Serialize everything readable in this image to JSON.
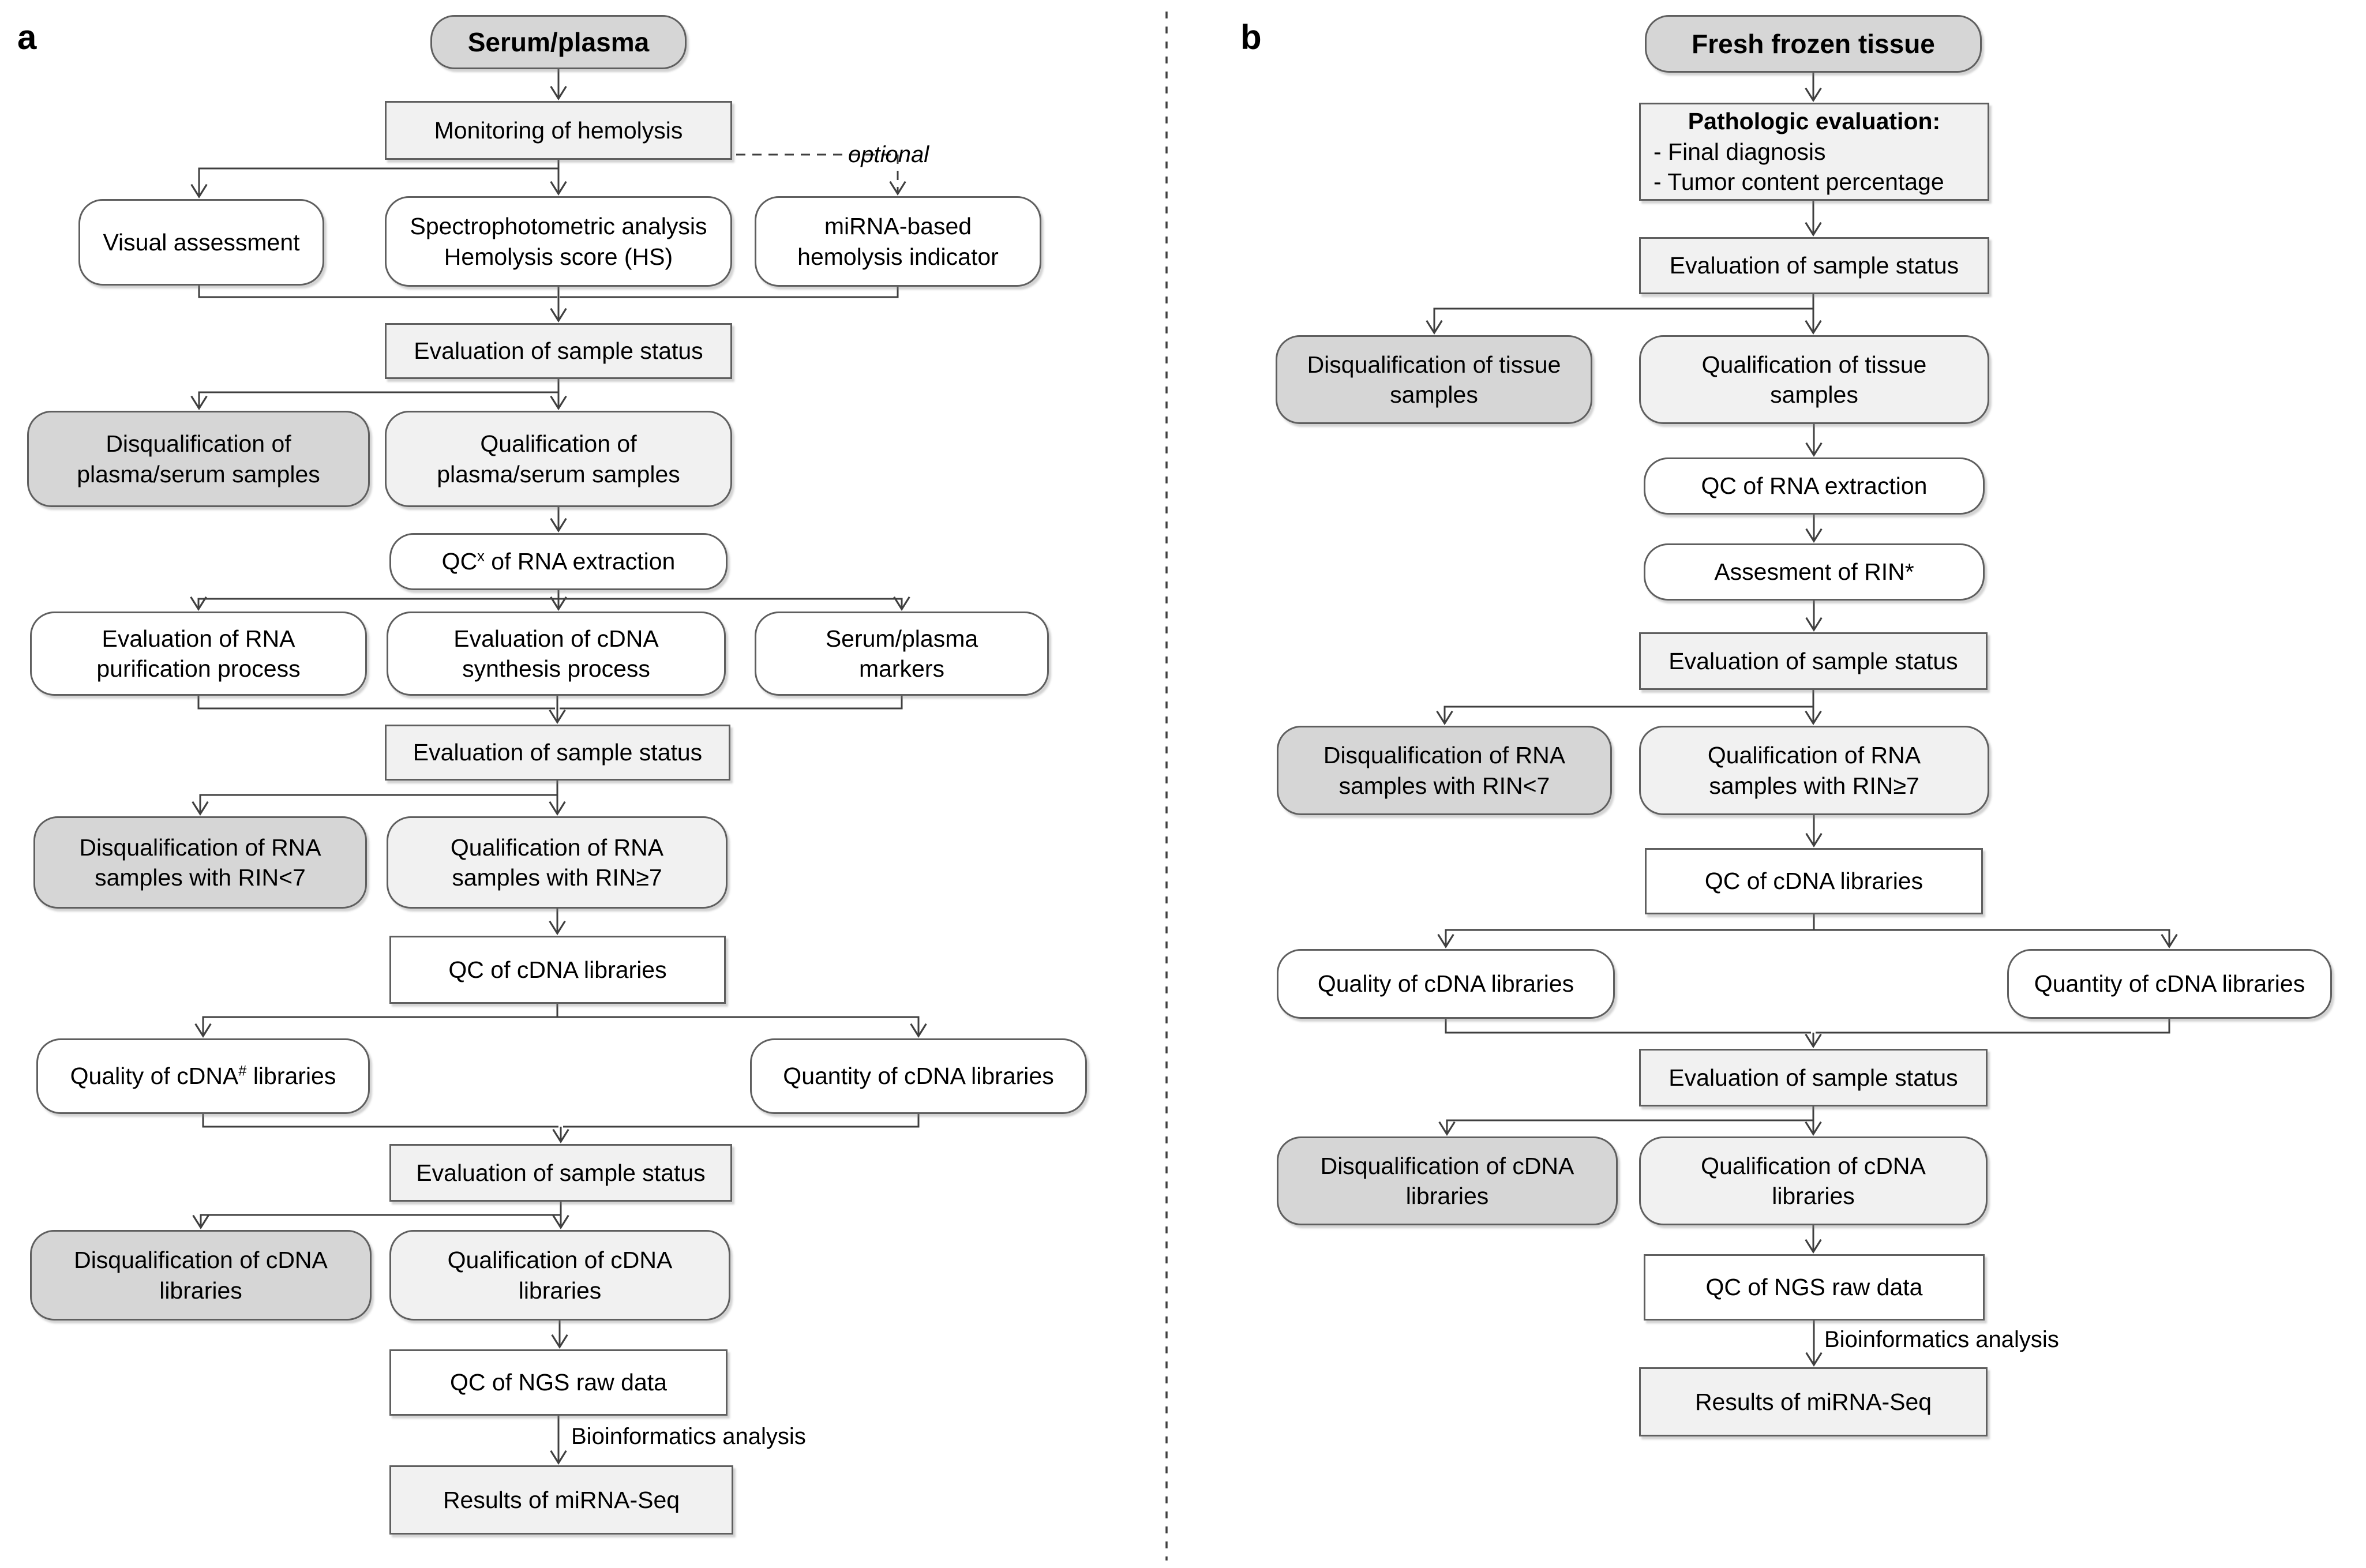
{
  "panel_a": {
    "label": "a",
    "nodes": {
      "serum_plasma": "Serum/plasma",
      "monitoring_hemolysis": "Monitoring of hemolysis",
      "visual_assessment": "Visual assessment",
      "spectrophotometric": "Spectrophotometric analysis\nHemolysis score (HS)",
      "mirna_hemolysis_indicator": "miRNA-based\nhemolysis indicator",
      "evaluation_1": "Evaluation of sample status",
      "disqualification_plasma": "Disqualification of\nplasma/serum samples",
      "qualification_plasma": "Qualification of\nplasma/serum samples",
      "qc_rna_extraction": "QC^{x} of RNA extraction",
      "evaluation_rna_purification": "Evaluation of RNA\npurification process",
      "evaluation_cdna_synthesis": "Evaluation of cDNA\nsynthesis process",
      "serum_plasma_markers": "Serum/plasma\nmarkers",
      "evaluation_2": "Evaluation of sample status",
      "disqualification_rin": "Disqualification of RNA\nsamples with RIN<7",
      "qualification_rin": "Qualification of RNA\nsamples with RIN≥7",
      "qc_cdna_libraries": "QC of cDNA libraries",
      "quality_cdna_libraries": "Quality of cDNA^{#} libraries",
      "quantity_cdna_libraries": "Quantity of cDNA libraries",
      "evaluation_3": "Evaluation of sample status",
      "disqualification_cdna": "Disqualification of cDNA\nlibraries",
      "qualification_cdna": "Qualification of cDNA\nlibraries",
      "qc_ngs_raw_data": "QC of NGS raw data",
      "results_mirna_seq": "Results of miRNA-Seq"
    },
    "edge_labels": {
      "optional": "optional",
      "bioinformatics": "Bioinformatics analysis"
    }
  },
  "panel_b": {
    "label": "b",
    "nodes": {
      "fresh_frozen_tissue": "Fresh frozen tissue",
      "pathologic_evaluation_title": "Pathologic evaluation:",
      "pathologic_evaluation_items": "- Final diagnosis\n- Tumor content percentage",
      "evaluation_1": "Evaluation of sample status",
      "disqualification_tissue": "Disqualification of tissue\nsamples",
      "qualification_tissue": "Qualification of tissue\nsamples",
      "qc_rna_extraction": "QC of RNA extraction",
      "assesment_rin": "Assesment of RIN*",
      "evaluation_2": "Evaluation of sample status",
      "disqualification_rin": "Disqualification of RNA\nsamples with RIN<7",
      "qualification_rin": "Qualification of RNA\nsamples with RIN≥7",
      "qc_cdna_libraries": "QC of cDNA libraries",
      "quality_cdna_libraries": "Quality of cDNA libraries",
      "quantity_cdna_libraries": "Quantity of cDNA libraries",
      "evaluation_3": "Evaluation of sample status",
      "disqualification_cdna": "Disqualification of cDNA\nlibraries",
      "qualification_cdna": "Qualification of cDNA\nlibraries",
      "qc_ngs_raw_data": "QC of NGS raw data",
      "results_mirna_seq": "Results of miRNA-Seq"
    },
    "edge_labels": {
      "bioinformatics": "Bioinformatics analysis"
    }
  },
  "colors": {
    "box_border": "#5f5f5f",
    "start_and_disqualified_fill": "#d6d6d6",
    "process_fill": "#f1f1f1",
    "assay_fill": "#ffffff",
    "connector": "#3f3f3f"
  }
}
